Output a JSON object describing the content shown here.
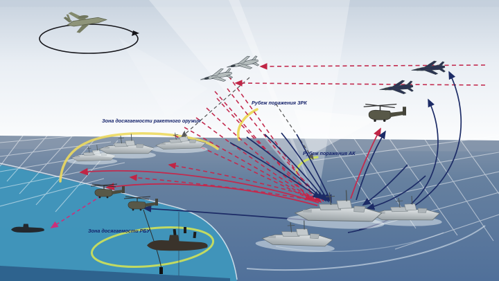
{
  "diagram": {
    "labels": {
      "missile_zone": "Зона досягаемости ракетного оружия",
      "sam_engagement_line": "Рубеж поражения ЗРК",
      "gun_engagement_line": "Рубеж поражения АК",
      "rbu_zone": "Зона досягаемости РБУ"
    },
    "colors": {
      "missile_red": "#c22a4e",
      "torpedo_magenta": "#cc2f7a",
      "flightpath_blue": "#1c2b66",
      "sensor_gray": "#5c5c5c",
      "zone_yellow": "#ecd95f",
      "zone_green": "#cde05a",
      "orbit_black": "#15151a",
      "label_navy": "#15236b",
      "sea_blue": "#5e7ba1",
      "underwater_teal": "#3f96bc",
      "sky_light": "#e9eef4",
      "grid_white": "#ffffff"
    },
    "units": {
      "awacs": "awacs-patrol-aircraft",
      "fighters_gray": "fighter-pair-attacking",
      "fighters_navy": "interceptor-pair",
      "helicopter_right": "asw-helicopter-airborne",
      "helicopters_left": "asw-helicopter-pair",
      "enemy_ships": "enemy-surface-group",
      "own_ships": "own-escort-group",
      "submarine_left": "hostile-submarine",
      "submarine_center": "submarine-in-rbu-zone",
      "sonobuoys": "sonobuoy-field",
      "dipping_sonar": "dipping-sonar"
    }
  }
}
